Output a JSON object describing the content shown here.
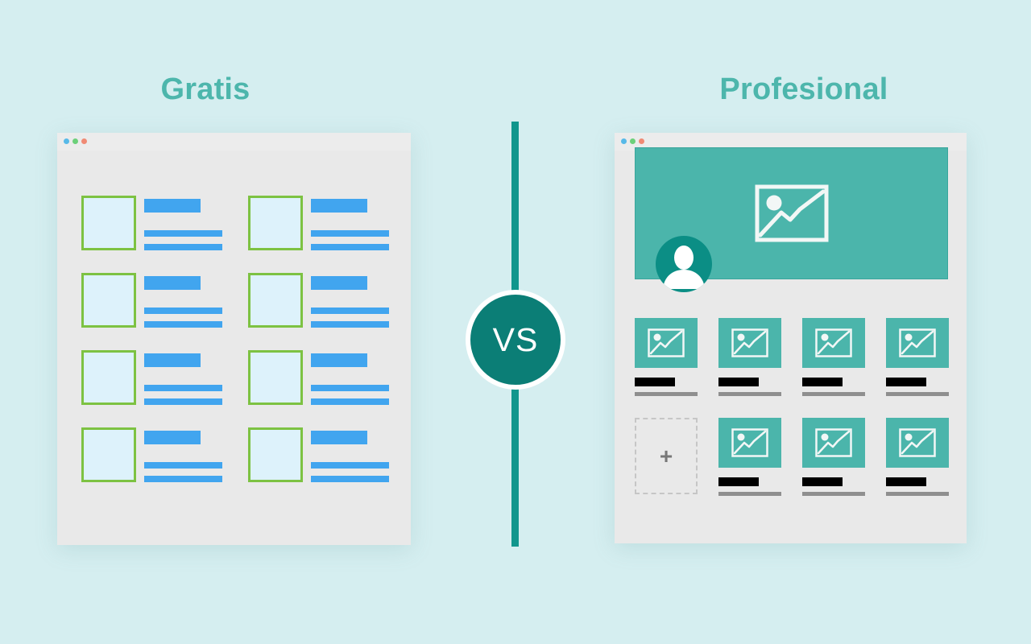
{
  "page": {
    "background_color": "#d5eef0",
    "accent_teal": "#4db6ac",
    "divider_color": "#11968d",
    "badge_color": "#0b7e76"
  },
  "left_panel": {
    "title": "Gratis",
    "window": {
      "background_color": "#e9e9e9",
      "dots": [
        {
          "name": "minimize",
          "color": "#57b9e8"
        },
        {
          "name": "maximize",
          "color": "#6cd07a"
        },
        {
          "name": "close",
          "color": "#f08a74"
        }
      ]
    },
    "list_items": [
      {
        "id": "item-1",
        "thumb_border_color": "#7dc242",
        "thumb_fill_color": "#ddf2fb",
        "bar_color": "#41a5ef"
      },
      {
        "id": "item-2",
        "thumb_border_color": "#7dc242",
        "thumb_fill_color": "#ddf2fb",
        "bar_color": "#41a5ef"
      },
      {
        "id": "item-3",
        "thumb_border_color": "#7dc242",
        "thumb_fill_color": "#ddf2fb",
        "bar_color": "#41a5ef"
      },
      {
        "id": "item-4",
        "thumb_border_color": "#7dc242",
        "thumb_fill_color": "#ddf2fb",
        "bar_color": "#41a5ef"
      },
      {
        "id": "item-5",
        "thumb_border_color": "#7dc242",
        "thumb_fill_color": "#ddf2fb",
        "bar_color": "#41a5ef"
      },
      {
        "id": "item-6",
        "thumb_border_color": "#7dc242",
        "thumb_fill_color": "#ddf2fb",
        "bar_color": "#41a5ef"
      },
      {
        "id": "item-7",
        "thumb_border_color": "#7dc242",
        "thumb_fill_color": "#ddf2fb",
        "bar_color": "#41a5ef"
      },
      {
        "id": "item-8",
        "thumb_border_color": "#7dc242",
        "thumb_fill_color": "#ddf2fb",
        "bar_color": "#41a5ef"
      }
    ]
  },
  "divider": {
    "badge_label": "VS"
  },
  "right_panel": {
    "title": "Profesional",
    "window": {
      "background_color": "#e9e9e9",
      "dots": [
        {
          "name": "minimize",
          "color": "#57b9e8"
        },
        {
          "name": "maximize",
          "color": "#6cd07a"
        },
        {
          "name": "close",
          "color": "#f08a74"
        }
      ]
    },
    "cover": {
      "background_color": "#4bb5ab",
      "icon": "image-placeholder-icon"
    },
    "avatar": {
      "background_color": "#0b8e85",
      "icon": "user-avatar-icon"
    },
    "gallery": [
      {
        "id": "card-1",
        "type": "photo",
        "icon": "image-placeholder-icon",
        "thumb_color": "#4bb5ab"
      },
      {
        "id": "card-2",
        "type": "photo",
        "icon": "image-placeholder-icon",
        "thumb_color": "#4bb5ab"
      },
      {
        "id": "card-3",
        "type": "photo",
        "icon": "image-placeholder-icon",
        "thumb_color": "#4bb5ab"
      },
      {
        "id": "card-4",
        "type": "photo",
        "icon": "image-placeholder-icon",
        "thumb_color": "#4bb5ab"
      },
      {
        "id": "card-5",
        "type": "add",
        "icon": "plus-icon",
        "label": "+"
      },
      {
        "id": "card-6",
        "type": "photo",
        "icon": "image-placeholder-icon",
        "thumb_color": "#4bb5ab"
      },
      {
        "id": "card-7",
        "type": "photo",
        "icon": "image-placeholder-icon",
        "thumb_color": "#4bb5ab"
      },
      {
        "id": "card-8",
        "type": "photo",
        "icon": "image-placeholder-icon",
        "thumb_color": "#4bb5ab"
      }
    ]
  }
}
